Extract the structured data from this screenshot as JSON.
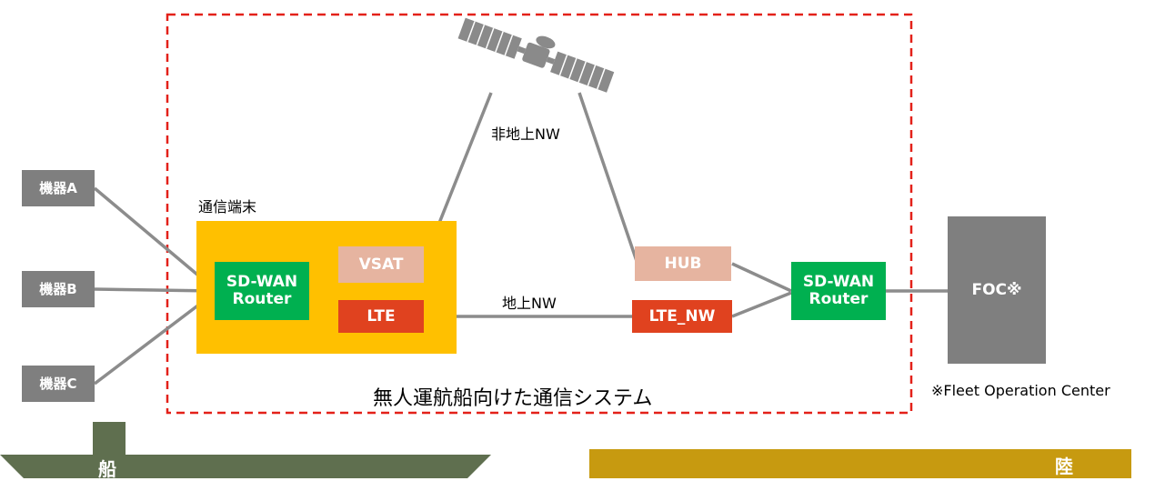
{
  "devices": [
    "機器A",
    "機器B",
    "機器C"
  ],
  "terminal": {
    "title": "通信端末",
    "router": [
      "SD-WAN",
      "Router"
    ],
    "vsat": "VSAT",
    "lte": "LTE"
  },
  "links": {
    "non_terrestrial": "非地上NW",
    "terrestrial": "地上NW"
  },
  "ground": {
    "hub": "HUB",
    "lte_nw": "LTE_NW",
    "router": [
      "SD-WAN",
      "Router"
    ],
    "foc": "FOC※",
    "foc_note": "※Fleet Operation Center"
  },
  "system_caption": "無人運航船向けた通信システム",
  "bottom": {
    "ship": "船",
    "land": "陸"
  },
  "colors": {
    "dashed_border": "#e32119",
    "terminal_bg": "#ffc000",
    "router_green": "#00b050",
    "lte_red": "#e0421f",
    "vsat_salmon": "#e6b4a0",
    "device_gray": "#7f7f7f",
    "ship_bar": "#5f6f4f",
    "land_bar": "#c79a10"
  },
  "icons": [
    "satellite-icon"
  ]
}
